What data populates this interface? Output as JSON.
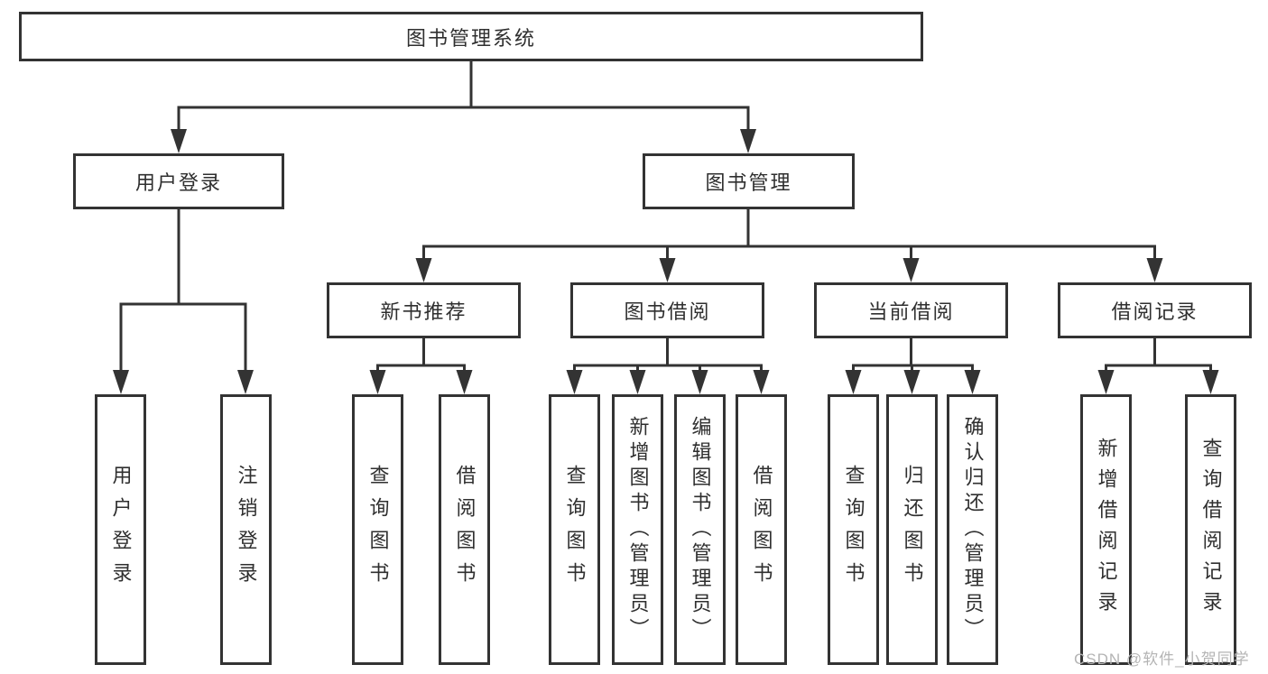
{
  "diagram": {
    "root": {
      "label": "图书管理系统"
    },
    "branches": [
      {
        "label": "用户登录",
        "leaves": [
          {
            "label": "用户登录"
          },
          {
            "label": "注销登录"
          }
        ]
      },
      {
        "label": "图书管理",
        "groups": [
          {
            "label": "新书推荐",
            "leaves": [
              {
                "label": "查询图书"
              },
              {
                "label": "借阅图书"
              }
            ]
          },
          {
            "label": "图书借阅",
            "leaves": [
              {
                "label": "查询图书"
              },
              {
                "label": "新增图书（管理员）"
              },
              {
                "label": "编辑图书（管理员）"
              },
              {
                "label": "借阅图书"
              }
            ]
          },
          {
            "label": "当前借阅",
            "leaves": [
              {
                "label": "查询图书"
              },
              {
                "label": "归还图书"
              },
              {
                "label": "确认归还（管理员）"
              }
            ]
          },
          {
            "label": "借阅记录",
            "leaves": [
              {
                "label": "新增借阅记录"
              },
              {
                "label": "查询借阅记录"
              }
            ]
          }
        ]
      }
    ]
  },
  "colors": {
    "line": "#333333",
    "text": "#2f2f2f",
    "watermark": "#b4b4b4",
    "background": "#ffffff"
  },
  "watermark": {
    "text": "CSDN @软件_小贺同学"
  }
}
